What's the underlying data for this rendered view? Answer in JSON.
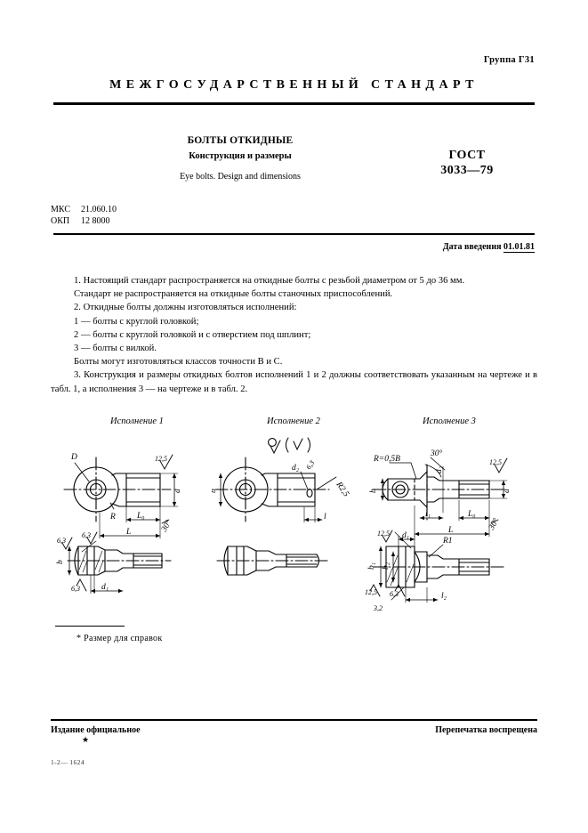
{
  "header": {
    "group": "Группа  Г31",
    "standard_banner": "МЕЖГОСУДАРСТВЕННЫЙ СТАНДАРТ"
  },
  "title_block": {
    "title": "БОЛТЫ ОТКИДНЫЕ",
    "subtitle": "Конструкция и размеры",
    "title_en": "Eye bolts. Design and dimensions",
    "gost_word": "ГОСТ",
    "gost_number": "3033—79"
  },
  "codes": {
    "mkc_key": "МКС",
    "mkc_value": "21.060.10",
    "okp_key": "ОКП",
    "okp_value": "12 8000"
  },
  "intro_date": {
    "label": "Дата введения",
    "value": "01.01.81"
  },
  "body": {
    "p1": "1. Настоящий стандарт распространяется на откидные болты с резьбой диаметром от 5 до 36 мм.",
    "p2": "Стандарт не распространяется на откидные болты станочных приспособлений.",
    "p3": "2. Откидные болты должны изготовляться исполнений:",
    "p4": "1 — болты с круглой головкой;",
    "p5": "2 — болты с круглой головкой и с отверстием под шплинт;",
    "p6": "3 — болты с вилкой.",
    "p7": "Болты могут изготовляться классов точности В и С.",
    "p8": "3. Конструкция и размеры откидных болтов исполнений 1 и 2 должны соответствовать указанным на чертеже и в табл. 1, а исполнения 3 — на чертеже и в табл. 2."
  },
  "drawings": {
    "impl1_label": "Исполнение 1",
    "impl2_label": "Исполнение 2",
    "impl3_label": "Исполнение 3",
    "impl1": {
      "dim_D": "D",
      "dim_R": "R",
      "dim_L": "L",
      "dim_L0": "L₀",
      "dim_d": "d",
      "dim_b": "b",
      "dim_d1": "d₁",
      "rough_125": "12,5",
      "rough_63_a": "6,3",
      "rough_63_b": "6,3",
      "rough_63_c": "6,3",
      "chamfer": "30°"
    },
    "impl2": {
      "finish_note": "( )",
      "dim_d2": "d₂",
      "dim_l": "l",
      "dim_R25": "R2,5",
      "dim_b": "b",
      "rough_63": "6,3"
    },
    "impl3": {
      "radius_note": "R=0,5B",
      "angle": "30°",
      "dim_b": "b",
      "dim_d2": "d₂",
      "dim_d": "d",
      "dim_L": "L",
      "dim_L0": "L₀",
      "dim_l1": "l₁",
      "dim_l2": "l₂",
      "dim_d1": "d₁",
      "dim_b1": "b₁",
      "dim_b2": "b₂",
      "dim_R1": "R1",
      "rough_125_a": "12,5",
      "rough_125_b": "12,5",
      "rough_125_c": "12,5",
      "rough_32": "3,2",
      "rough_63": "6,3",
      "chamfer": "30°"
    }
  },
  "footnote": "* Размер для справок",
  "footer": {
    "left": "Издание официальное",
    "right": "Перепечатка воспрещена",
    "star": "★",
    "code": "1-2— 1624"
  }
}
